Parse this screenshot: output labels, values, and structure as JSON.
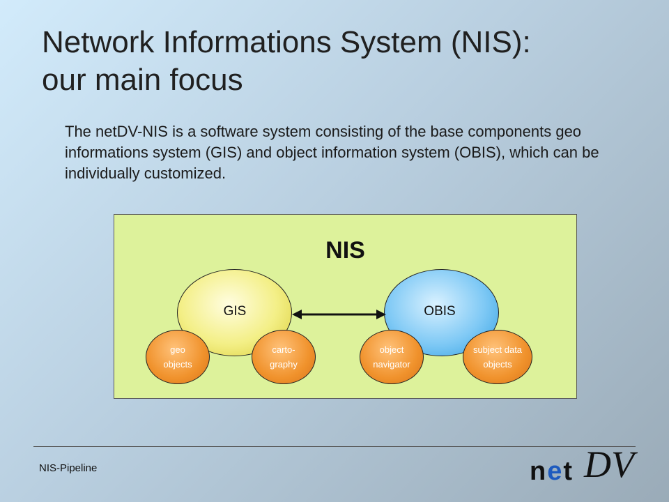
{
  "slide": {
    "title_line1": "Network Informations System (NIS):",
    "title_line2": "our main focus",
    "intro": "The netDV-NIS is a software system consisting of the base components geo informations system (GIS) and object information system (OBIS), which can be individually customized."
  },
  "diagram": {
    "label": "NIS",
    "gis": {
      "label": "GIS",
      "children": [
        "geo\nobjects",
        "carto-\ngraphy"
      ]
    },
    "obis": {
      "label": "OBIS",
      "children": [
        "object\nnavigator",
        "subject data\nobjects"
      ]
    },
    "colors": {
      "panel": "#ddf29b",
      "gis": "#f3ef86",
      "obis": "#7fc9f5",
      "component": "#f0922c"
    }
  },
  "footer": {
    "text": "NIS-Pipeline",
    "logo_net": "net",
    "logo_dv": "DV",
    "logo_colors": {
      "net": "#111111",
      "accent": "#1e5bbf"
    }
  }
}
